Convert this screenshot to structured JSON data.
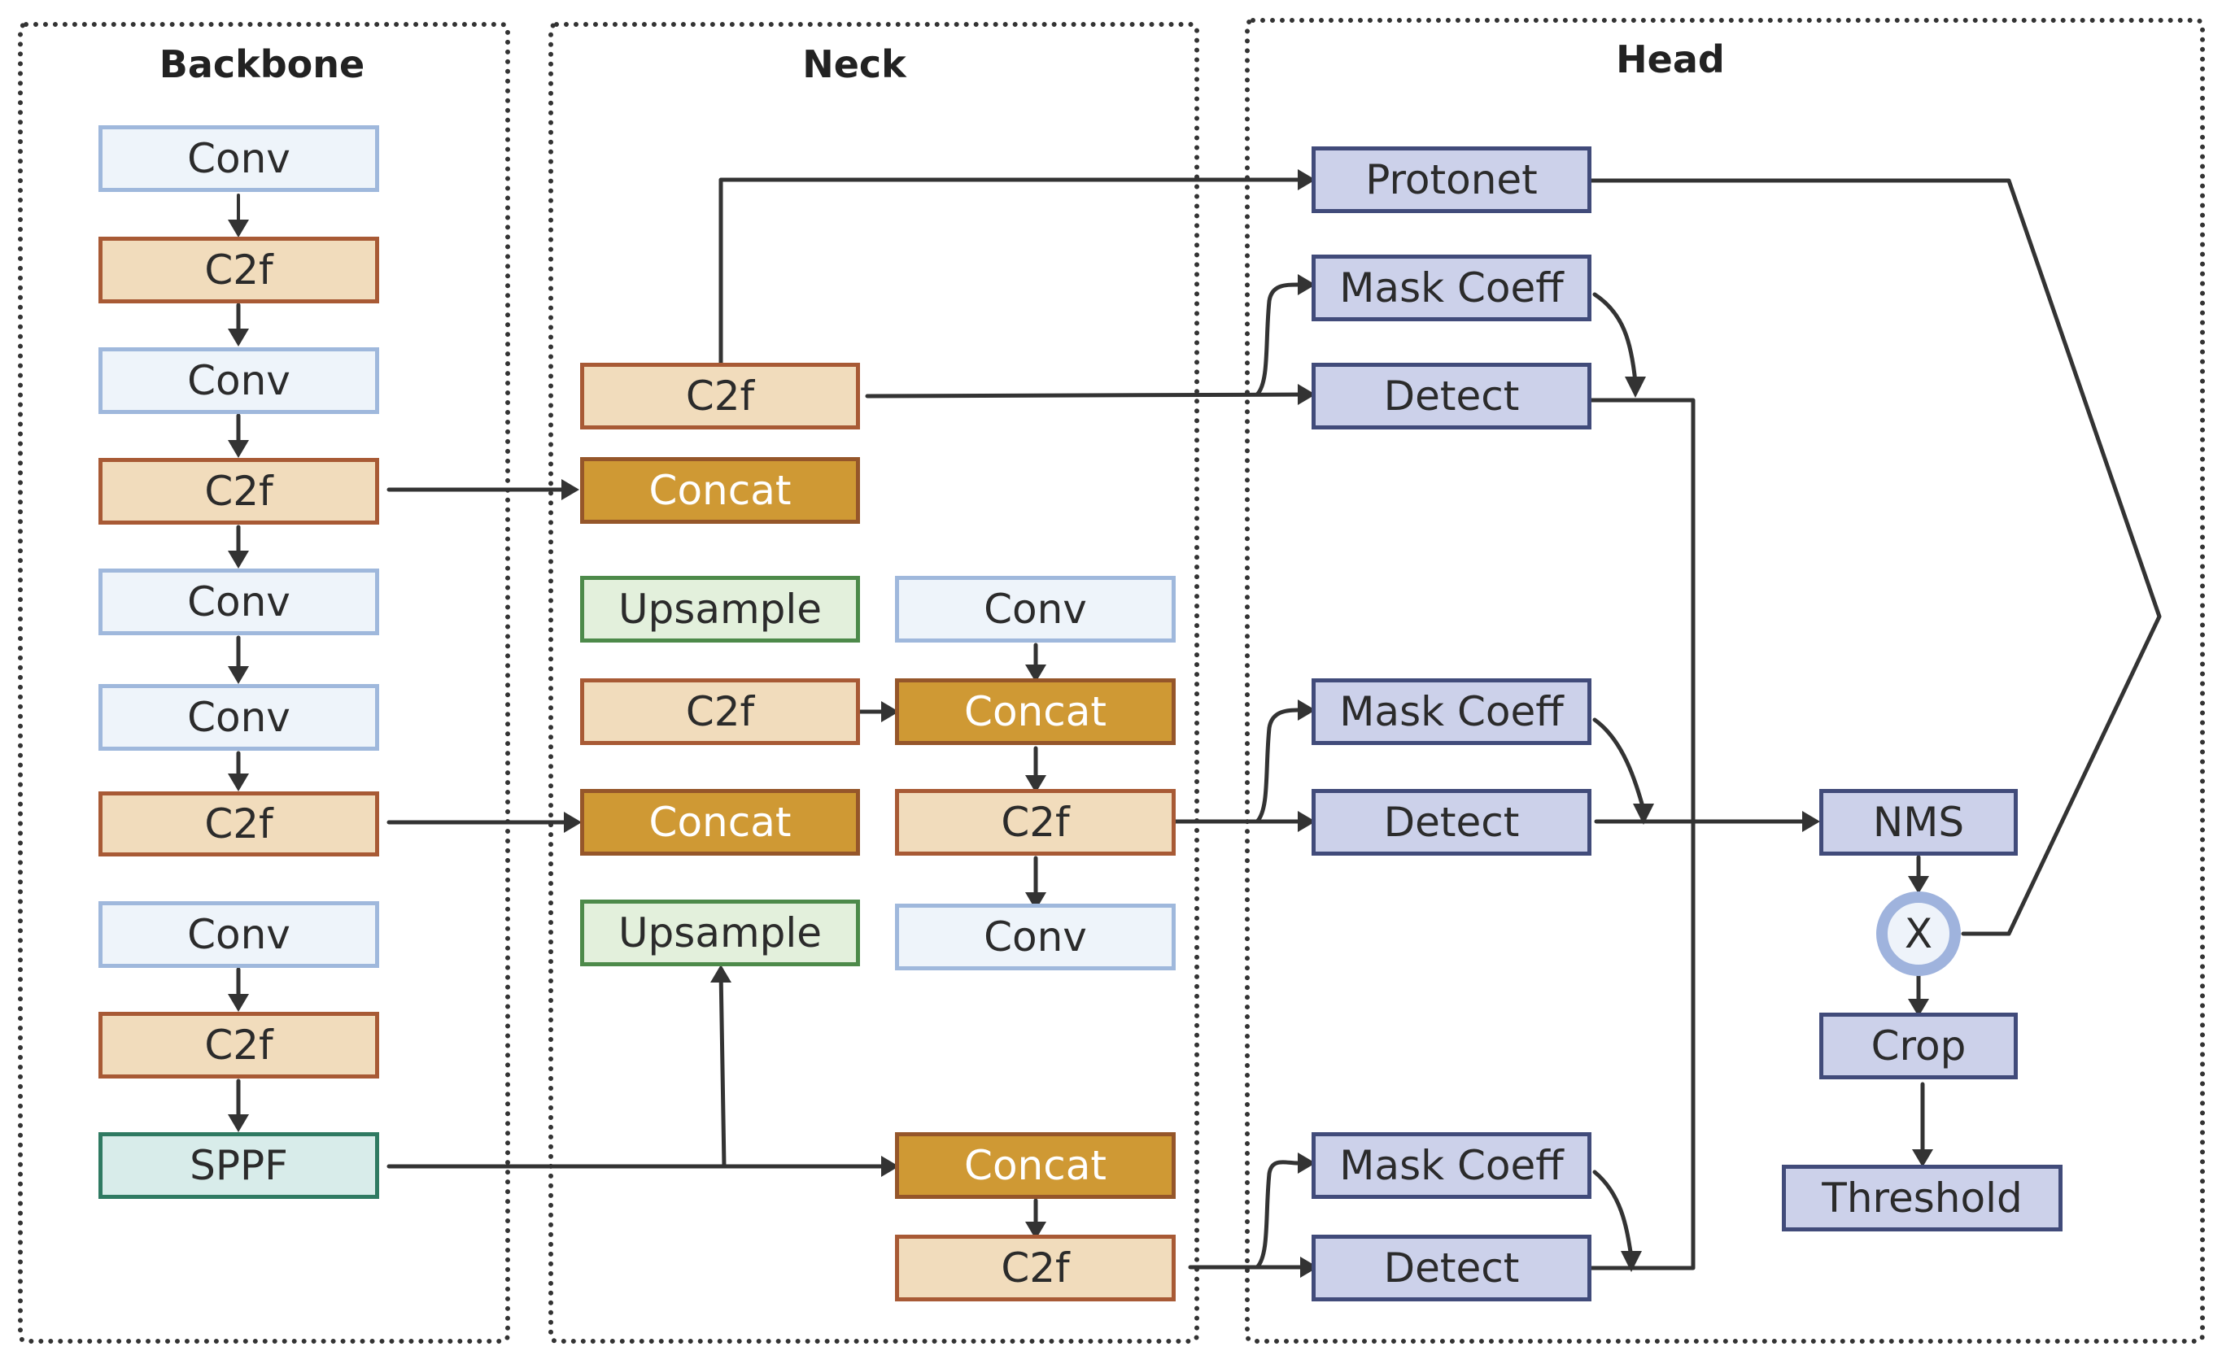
{
  "panels": {
    "backbone": "Backbone",
    "neck": "Neck",
    "head": "Head"
  },
  "backbone": {
    "conv_1": "Conv",
    "c2f_1": "C2f",
    "conv_2": "Conv",
    "c2f_2": "C2f",
    "conv_3": "Conv",
    "conv_4": "Conv",
    "c2f_3": "C2f",
    "conv_5": "Conv",
    "c2f_4": "C2f",
    "sppf": "SPPF"
  },
  "neck": {
    "c2f_top": "C2f",
    "concat_top": "Concat",
    "upsample_1": "Upsample",
    "c2f_mid": "C2f",
    "concat_mid": "Concat",
    "upsample_2": "Upsample",
    "conv_right_1": "Conv",
    "concat_right_1": "Concat",
    "c2f_right_1": "C2f",
    "conv_right_2": "Conv",
    "concat_right_2": "Concat",
    "c2f_right_2": "C2f"
  },
  "head": {
    "protonet": "Protonet",
    "mask_coeff_1": "Mask Coeff",
    "detect_1": "Detect",
    "mask_coeff_2": "Mask Coeff",
    "detect_2": "Detect",
    "mask_coeff_3": "Mask Coeff",
    "detect_3": "Detect",
    "nms": "NMS",
    "multiply": "X",
    "crop": "Crop",
    "threshold": "Threshold"
  },
  "colors": {
    "conv": "#eef4fa",
    "c2f": "#f1dcbc",
    "concat": "#cf9934",
    "upsample": "#e3f0dc",
    "sppf": "#d8ecea",
    "head": "#ccd1ea",
    "wire": "#333333"
  }
}
